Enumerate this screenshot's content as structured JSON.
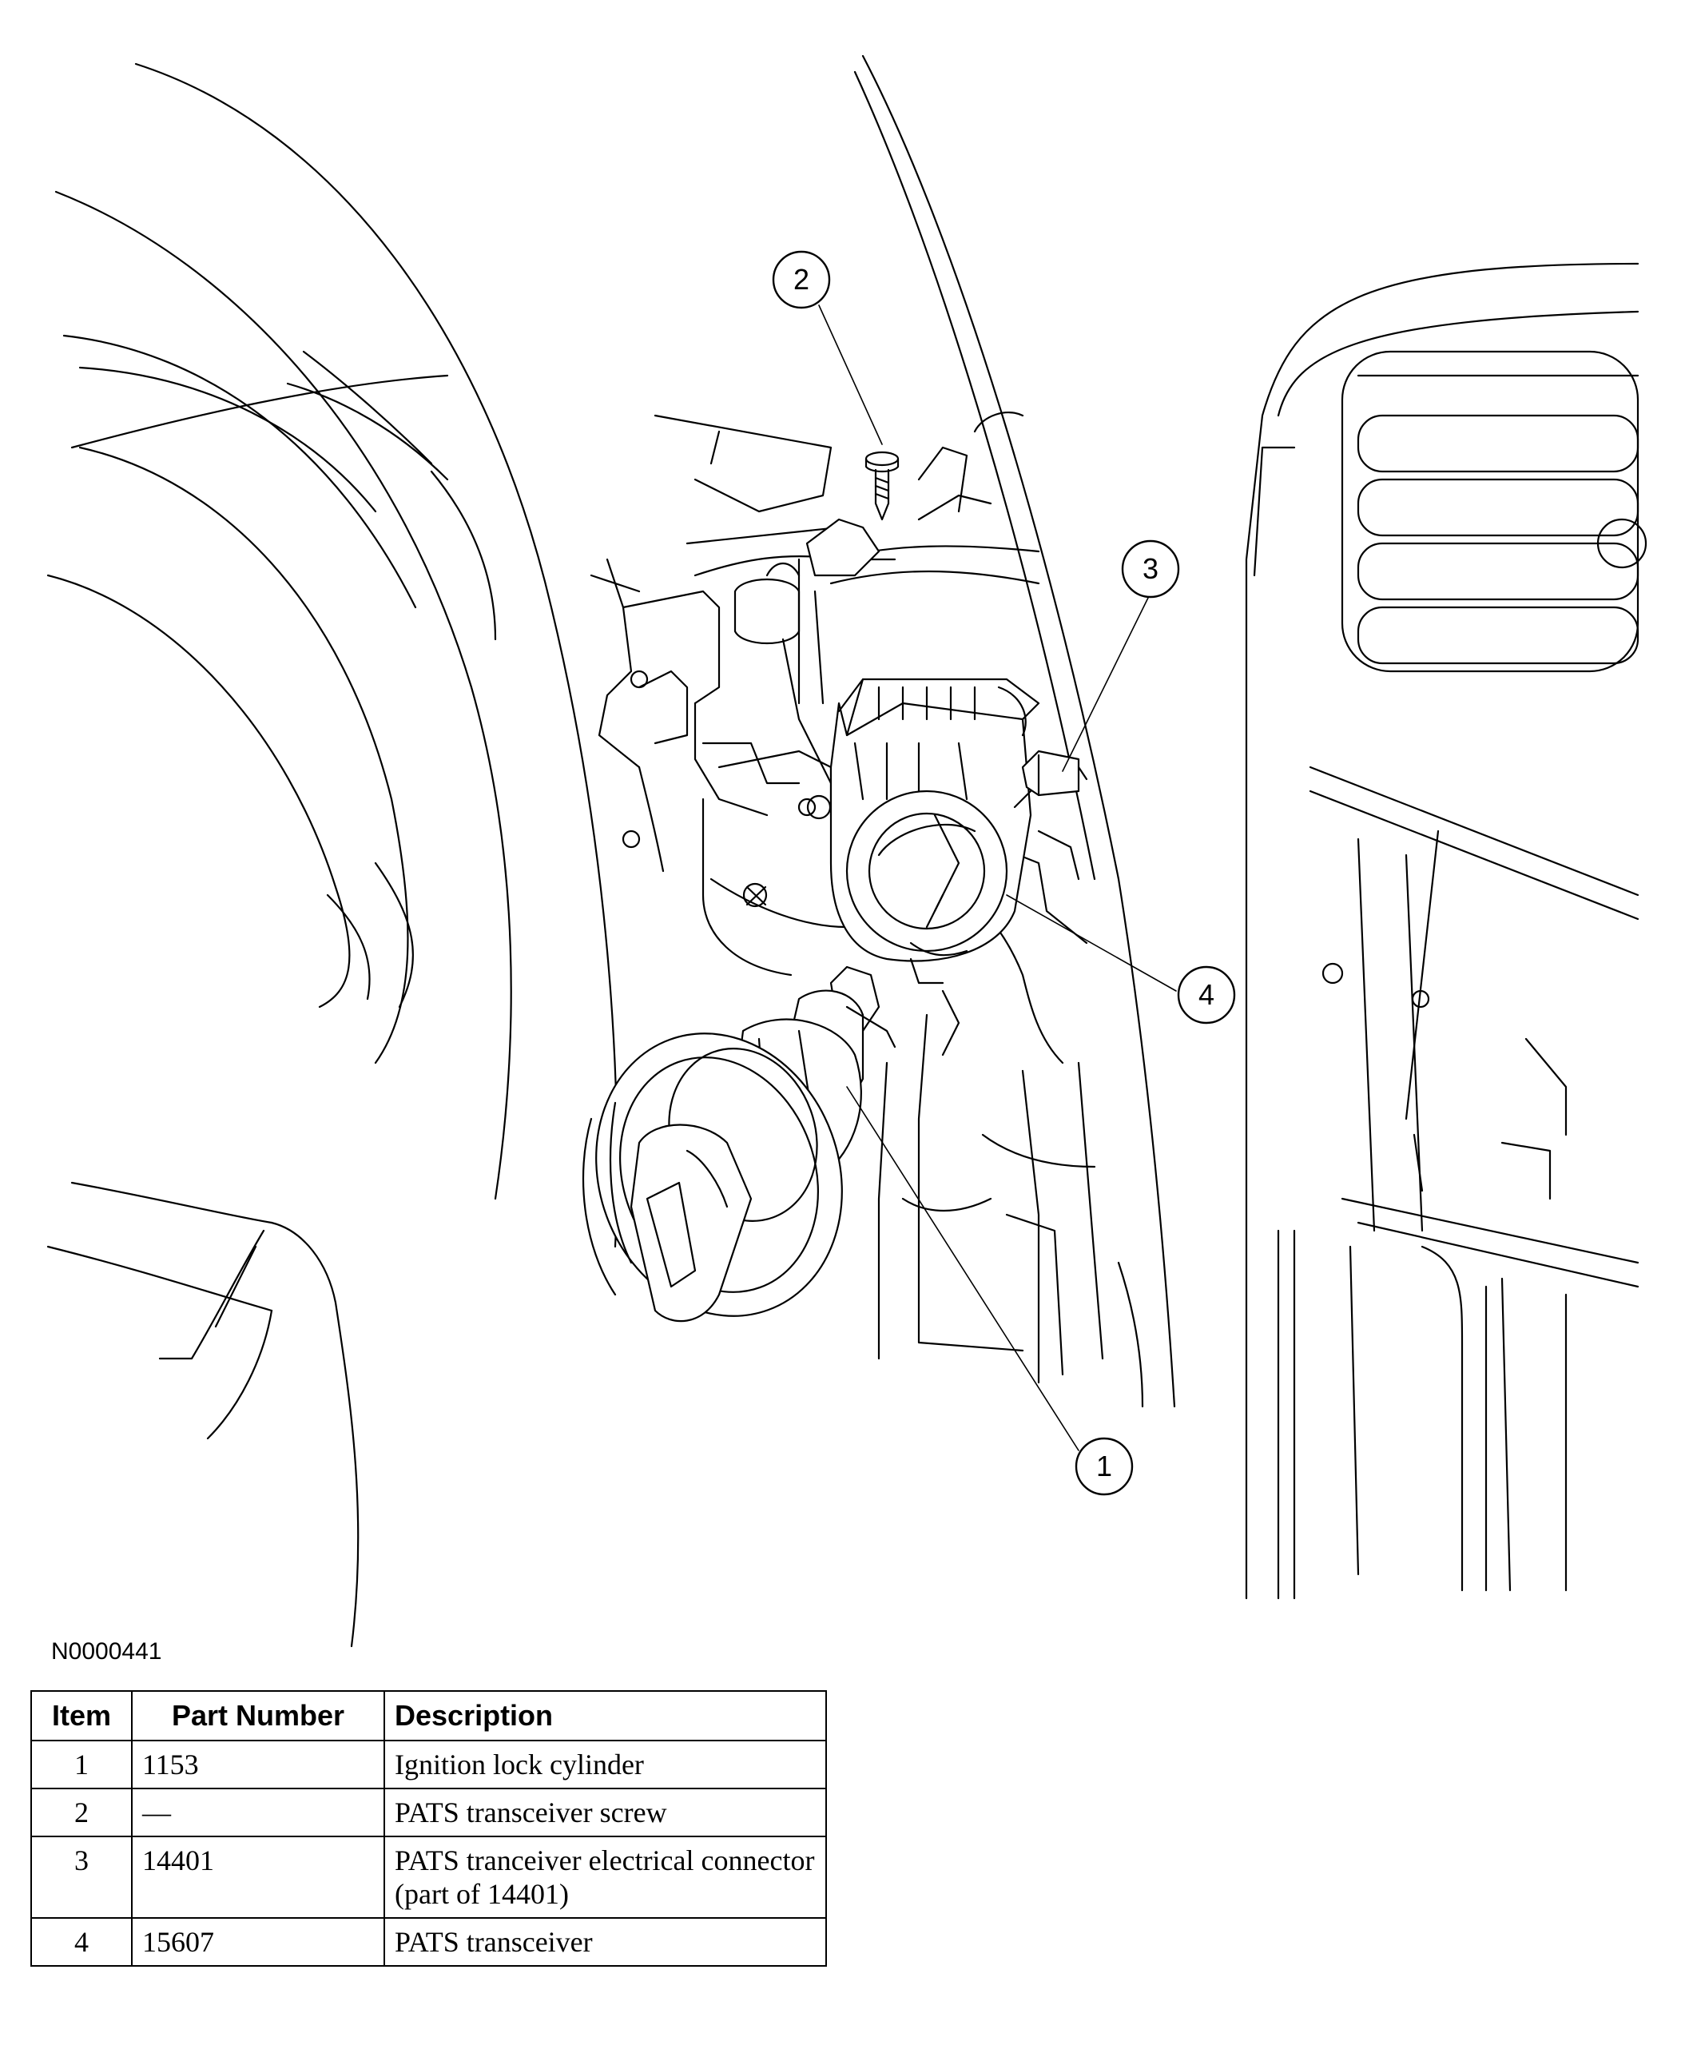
{
  "figure_id": "N0000441",
  "callouts": [
    "1",
    "2",
    "3",
    "4"
  ],
  "table": {
    "headers": [
      "Item",
      "Part Number",
      "Description"
    ],
    "rows": [
      {
        "item": "1",
        "part_number": "1153",
        "description": "Ignition lock cylinder"
      },
      {
        "item": "2",
        "part_number": "—",
        "description": "PATS transceiver screw"
      },
      {
        "item": "3",
        "part_number": "14401",
        "description": "PATS tranceiver electrical connector (part of 14401)"
      },
      {
        "item": "4",
        "part_number": "15607",
        "description": "PATS transceiver"
      }
    ]
  }
}
